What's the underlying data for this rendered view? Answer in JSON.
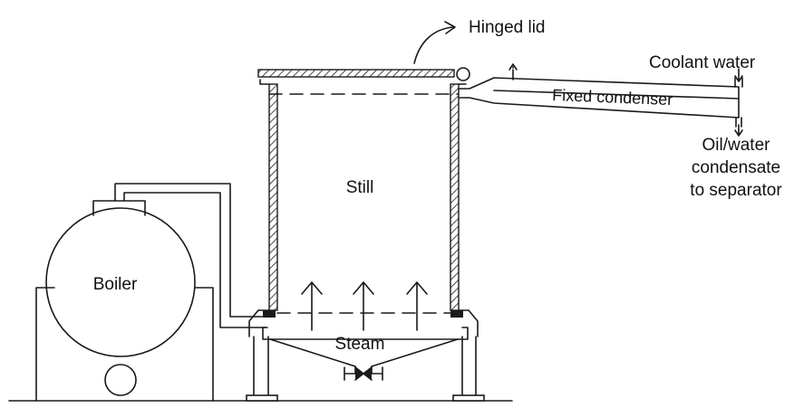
{
  "diagram": {
    "labels": {
      "hinged_lid": "Hinged lid",
      "coolant_water": "Coolant water",
      "fixed_condenser": "Fixed condenser",
      "condensate_line1": "Oil/water",
      "condensate_line2": "condensate",
      "condensate_line3": "to separator",
      "still": "Still",
      "boiler": "Boiler",
      "steam": "Steam"
    },
    "colors": {
      "ink": "#1a1a1a",
      "background": "#ffffff"
    }
  }
}
